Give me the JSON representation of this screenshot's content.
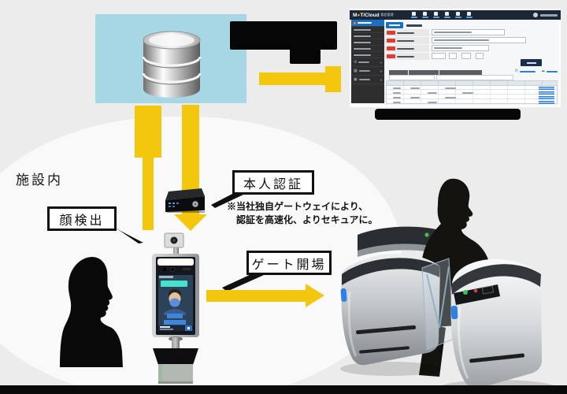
{
  "colors": {
    "background": "#ececec",
    "accent_yellow": "#f2c70d",
    "cloud_box_blue": "#a7d7e5",
    "callout_border": "#101010",
    "mot_header_navy": "#1b2736",
    "mot_active_blue": "#1a6fc0",
    "required_badge_red": "#e23b32",
    "link_blue": "#2a7fd4"
  },
  "facility": {
    "label": "施設内"
  },
  "callouts": {
    "face_detect": "顔検出",
    "identity_auth": "本人認証",
    "gate_open": "ゲート開場"
  },
  "note": {
    "line1": "※当社独自ゲートウェイにより、",
    "line2": "認証を高速化、よりセキュアに。"
  },
  "mot_app": {
    "logo_prefix": "M",
    "logo_dot": "●",
    "logo_suffix": "T/Cloud",
    "app_name": "勤怠管理"
  }
}
